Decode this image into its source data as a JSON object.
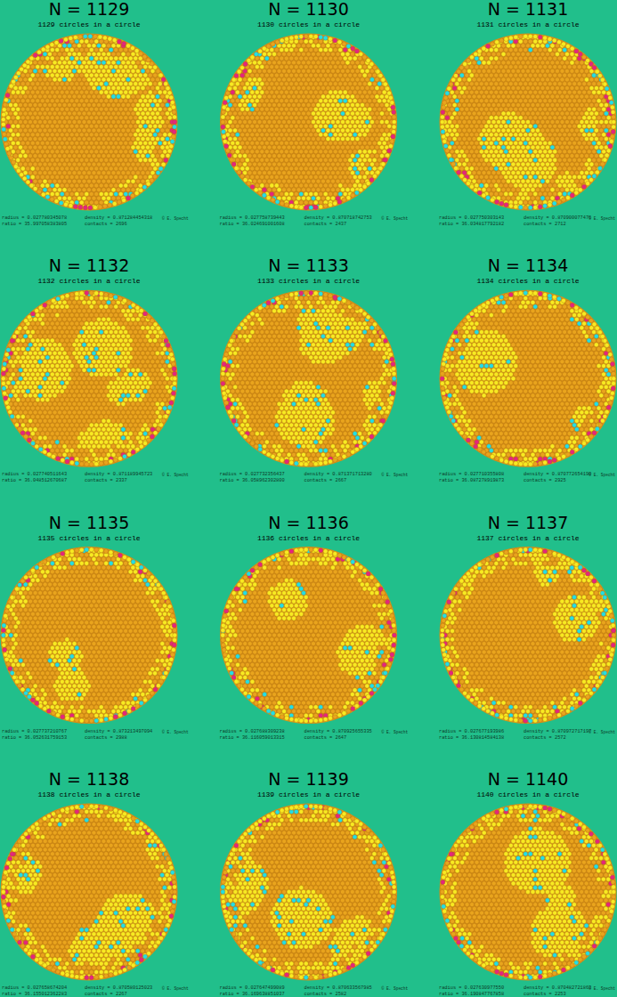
{
  "diagram": {
    "labels": [
      "N = 1129",
      "1129 circles in a circle",
      "radius =  0.027780345078",
      "density = 0.871284454318",
      "ratio =  35.997058383805",
      "contacts = 2696",
      "© E. Specht",
      "N = 1130",
      "1130 circles in a circle",
      "radius =  0.027758739443",
      "density = 0.870718742753",
      "ratio =  36.024691001608",
      "contacts = 2437",
      "© E. Specht",
      "N = 1131",
      "1131 circles in a circle",
      "radius =  0.027750303143",
      "density = 0.870900077476",
      "ratio =  36.034817792182",
      "contacts = 2712",
      "© E. Specht",
      "N = 1132",
      "1132 circles in a circle",
      "radius =  0.027740511643",
      "density = 0.871189945723",
      "ratio =  36.048512670687",
      "contacts = 2337",
      "© E. Specht",
      "N = 1133",
      "1133 circles in a circle",
      "radius =  0.027732356437",
      "density = 0.871371713280",
      "ratio =  36.058962302800",
      "contacts = 2667",
      "© E. Specht",
      "N = 1134",
      "1134 circles in a circle",
      "radius =  0.027710355808",
      "density = 0.870772654190",
      "ratio =  36.087278919873",
      "contacts = 2925",
      "© E. Specht",
      "N = 1135",
      "1135 circles in a circle",
      "radius =  0.027737210767",
      "density = 0.873213497094",
      "ratio =  36.052631759153",
      "contacts = 2988",
      "© E. Specht",
      "N = 1136",
      "1136 circles in a circle",
      "radius =  0.027688309238",
      "density = 0.870925655335",
      "ratio =  36.116059013315",
      "contacts = 2647",
      "© E. Specht",
      "N = 1137",
      "1137 circles in a circle",
      "radius =  0.027677193986",
      "density = 0.870972717197",
      "ratio =  36.130814584138",
      "contacts = 2572",
      "© E. Specht",
      "N = 1138",
      "1138 circles in a circle",
      "radius =  0.027658674204",
      "density = 0.870580125023",
      "ratio =  36.155012362283",
      "contacts = 2267",
      "© E. Specht",
      "N = 1139",
      "1139 circles in a circle",
      "radius =  0.027647499089",
      "density = 0.870633567985",
      "ratio =  36.169638851037",
      "contacts = 2582",
      "© E. Specht",
      "N = 1140",
      "1140 circles in a circle",
      "radius =  0.027630977550",
      "density = 0.870482721863",
      "ratio =  36.190847767858",
      "contacts = 2253",
      "© E. Specht"
    ]
  }
}
